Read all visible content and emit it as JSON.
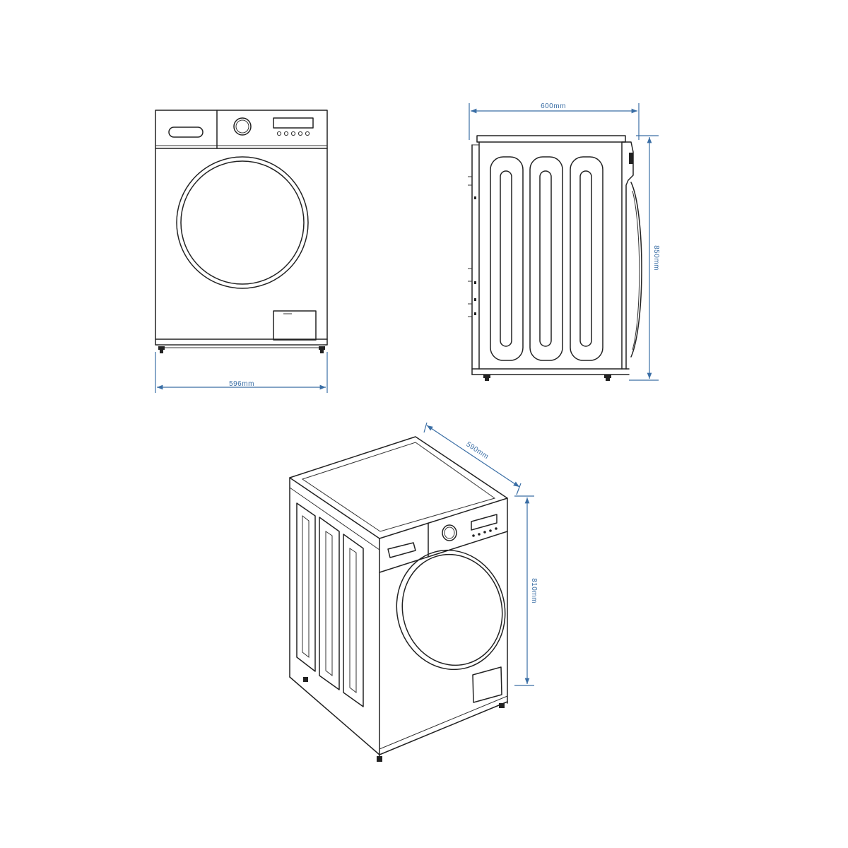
{
  "dimensions": {
    "front_width": "596mm",
    "side_depth": "600mm",
    "side_height": "850mm",
    "iso_depth": "590mm",
    "iso_height": "810mm"
  },
  "colors": {
    "line": "#222222",
    "dimension": "#3a6ea5",
    "background": "#ffffff"
  }
}
